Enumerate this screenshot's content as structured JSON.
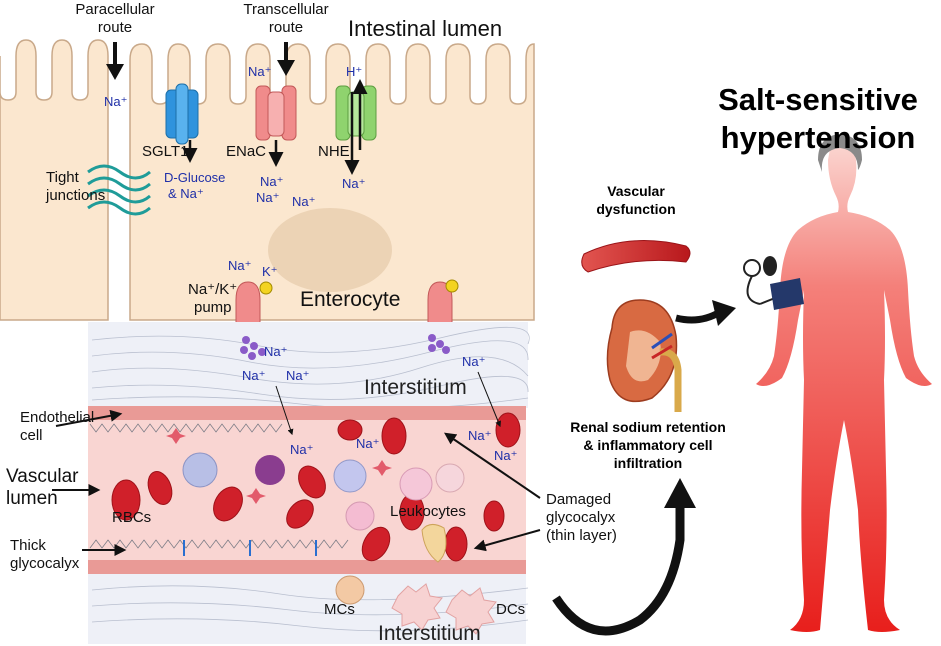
{
  "intestine": {
    "lumen_label": "Intestinal lumen",
    "paracellular_label": [
      "Paracellular",
      "route"
    ],
    "transcellular_label": [
      "Transcellular",
      "route"
    ],
    "tight_junctions_label": [
      "Tight",
      "junctions"
    ],
    "sglt1": "SGLT1",
    "enac": "ENaC",
    "nhe": "NHE",
    "dglucose_label": [
      "D-Glucose",
      "& Na⁺"
    ],
    "na": "Na⁺",
    "h": "H⁺",
    "k": "K⁺",
    "pump_label": [
      "Na⁺/K⁺",
      "pump"
    ],
    "enterocyte": "Enterocyte"
  },
  "vessel": {
    "interstitium_top": "Interstitium",
    "interstitium_bottom": "Interstitium",
    "endothelial_label": [
      "Endothelial",
      "cell"
    ],
    "vascular_lumen_label": [
      "Vascular",
      "lumen"
    ],
    "rbcs": "RBCs",
    "leukocytes": "Leukocytes",
    "thick_glycocalyx": [
      "Thick",
      "glycocalyx"
    ],
    "damaged_glycocalyx": [
      "Damaged",
      "glycocalyx",
      "(thin layer)"
    ],
    "mcs": "MCs",
    "dcs": "DCs"
  },
  "right": {
    "title": [
      "Salt-sensitive",
      "hypertension"
    ],
    "vascular_dysfunction": [
      "Vascular",
      "dysfunction"
    ],
    "renal_label": [
      "Renal sodium retention",
      "& inflammatory cell",
      "infiltration"
    ]
  },
  "colors": {
    "cell_fill": "#fbe7cf",
    "cell_stroke": "#c9a98a",
    "vessel_fill": "#f9d5d2",
    "rbc": "#d0202a",
    "sglt1": "#2f93dd",
    "enac": "#f08b8b",
    "nhe": "#8fd36e",
    "ion_blue": "#1f2fa8",
    "body_red": "#ec2a24"
  }
}
